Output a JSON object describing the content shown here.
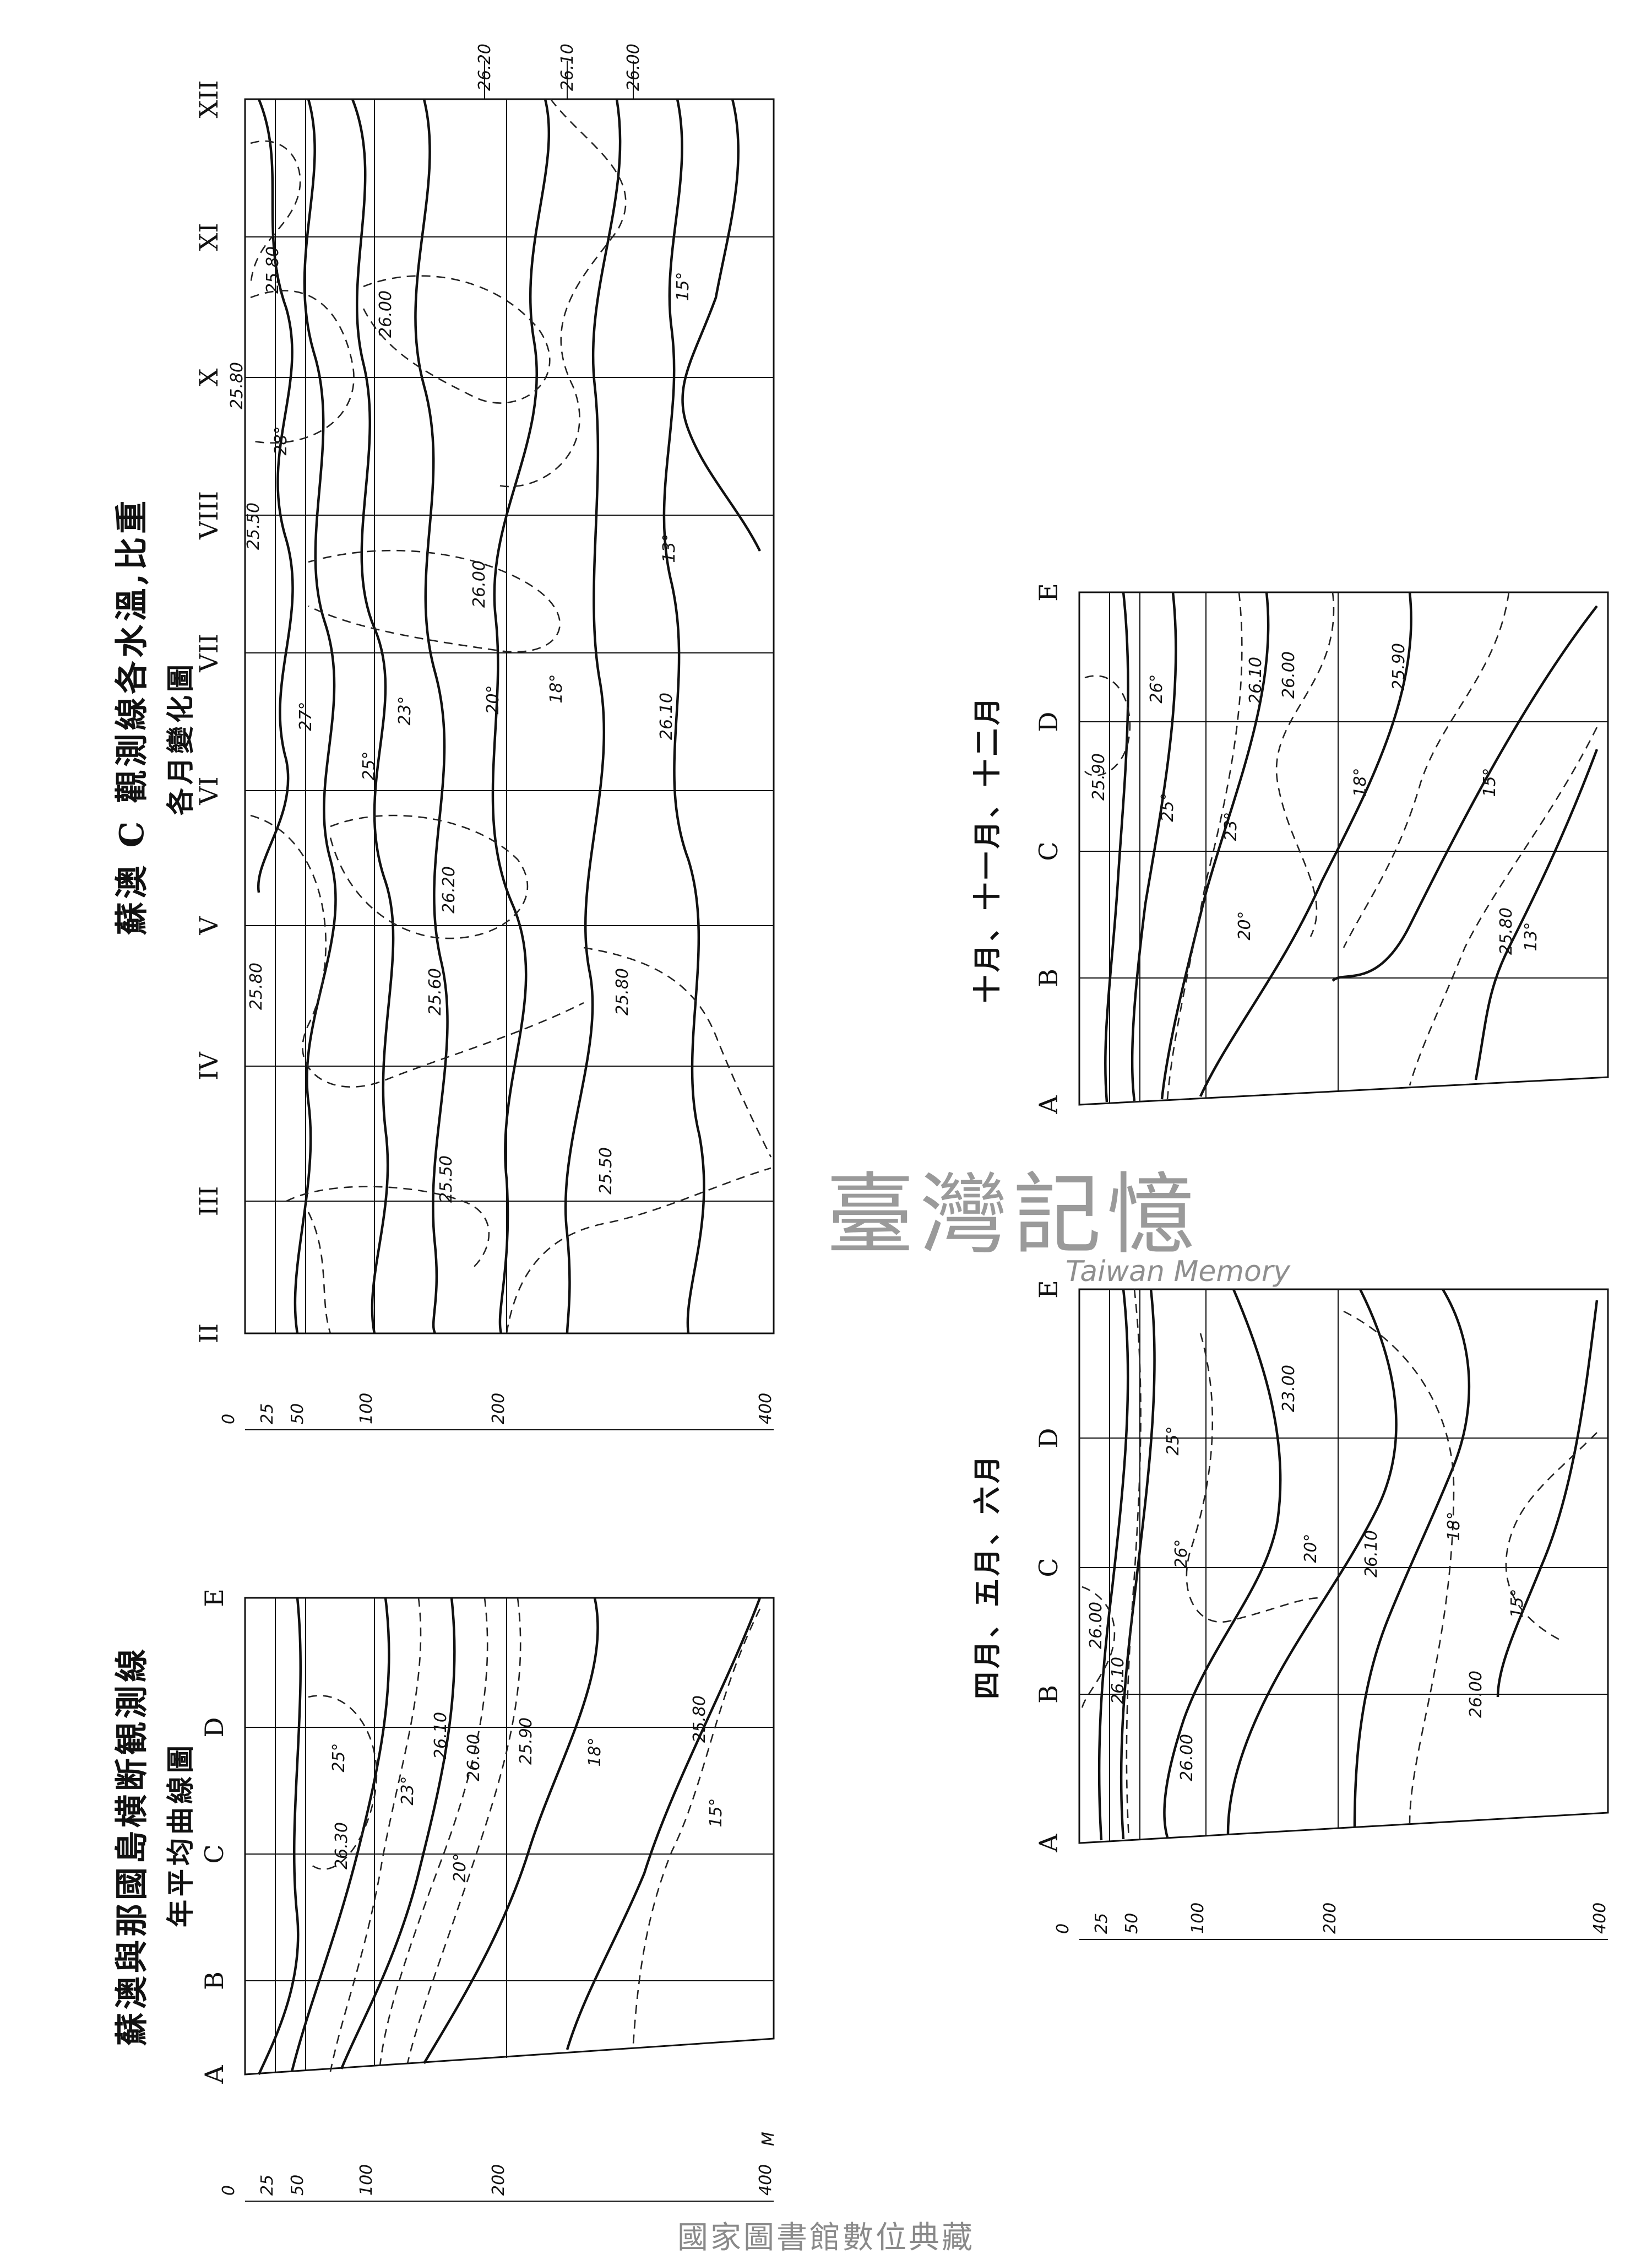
{
  "panel_c": {
    "title": "蘇澳 C 觀測線各水溫,比重",
    "subtitle": "各月變化圖",
    "months": [
      "II",
      "III",
      "IV",
      "V",
      "VI",
      "VII",
      "VIII",
      "X",
      "XI",
      "XII"
    ],
    "depth_ticks": [
      "0",
      "25",
      "50",
      "100",
      "200",
      "400"
    ],
    "top_labels": [
      "26.20",
      "26.10",
      "26.00"
    ],
    "isolines": [
      "25.80",
      "25.80",
      "25.80",
      "25.50",
      "28°",
      "27°",
      "26.00",
      "26.00",
      "25°",
      "23°",
      "20°",
      "18°",
      "26.10",
      "15°",
      "13°",
      "25.60",
      "25.80",
      "25.50",
      "25.50",
      "26.20"
    ]
  },
  "panel_annual": {
    "title": "蘇澳與那國島横断観測線",
    "subtitle": "年平均曲線圖",
    "stations": [
      "A",
      "B",
      "C",
      "D",
      "E"
    ],
    "depth_ticks": [
      "0",
      "25",
      "50",
      "100",
      "200",
      "400"
    ],
    "depth_unit": "M",
    "isolines": [
      "25°",
      "26.30",
      "23°",
      "26.10",
      "26.00",
      "25.90",
      "20°",
      "18°",
      "25.80",
      "15°"
    ]
  },
  "panel_oct_dec": {
    "title": "十月、十一月、十二月",
    "stations": [
      "A",
      "B",
      "C",
      "D",
      "E"
    ],
    "isolines": [
      "25.90",
      "26°",
      "25°",
      "23°",
      "20°",
      "26.10",
      "26.00",
      "25.90",
      "18°",
      "15°",
      "25.80",
      "13°"
    ]
  },
  "panel_apr_jun": {
    "title": "四月、五月、六月",
    "stations": [
      "A",
      "B",
      "C",
      "D",
      "E"
    ],
    "depth_ticks": [
      "0",
      "25",
      "50",
      "100",
      "200",
      "400"
    ],
    "isolines": [
      "26.00",
      "26.10",
      "26.00",
      "25°",
      "26°",
      "23.00",
      "20°",
      "26.10",
      "18°",
      "26.00",
      "15°"
    ]
  },
  "watermark": {
    "text": "臺灣記憶",
    "subtext": "Taiwan Memory"
  },
  "footer": "國家圖書館數位典藏"
}
